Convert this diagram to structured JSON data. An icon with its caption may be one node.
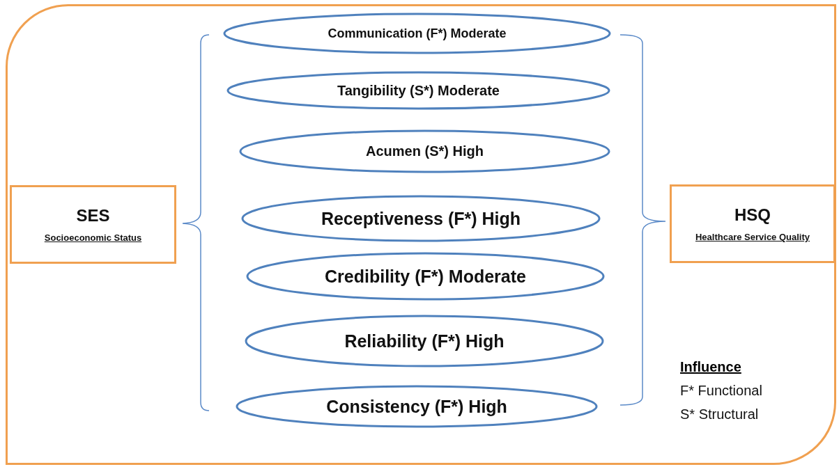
{
  "diagram": {
    "nodes": [
      {
        "text": [
          "SES",
          "Socioeconomic Status"
        ]
      },
      {
        "text": [
          "Communication (F*) Moderate"
        ]
      },
      {
        "text": [
          "Tangibility (S*) Moderate"
        ]
      },
      {
        "text": [
          "Acumen (S*) High"
        ]
      },
      {
        "text": [
          "Receptiveness (F*) High"
        ]
      },
      {
        "text": [
          "Credibility (F*) Moderate"
        ]
      },
      {
        "text": [
          "Reliability (F*) High"
        ]
      },
      {
        "text": [
          "Consistency (F*) High"
        ]
      },
      {
        "text": [
          "HSQ",
          "Healthcare Service Quality"
        ]
      }
    ],
    "edges": [],
    "labels": [
      "Influence"
    ],
    "legend": [
      {
        "text": "F* Functional"
      },
      {
        "text": "S* Structural"
      }
    ]
  }
}
